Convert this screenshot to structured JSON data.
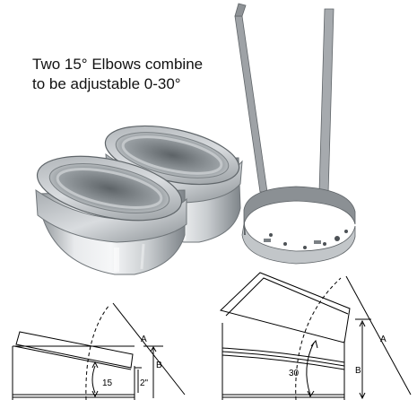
{
  "caption": {
    "line1": "Two 15° Elbows combine",
    "line2": "to be adjustable 0-30°"
  },
  "diagram_left": {
    "angle_label": "15",
    "offset_label": "2\"",
    "dim_a": "A",
    "dim_b": "B"
  },
  "diagram_right": {
    "angle_label": "30",
    "dim_a": "A",
    "dim_b": "B"
  },
  "colors": {
    "steel_light": "#e4e6e8",
    "steel_mid": "#b9bdc1",
    "steel_dark": "#7d8388",
    "strap": "#9a9ea2",
    "line": "#000000"
  }
}
